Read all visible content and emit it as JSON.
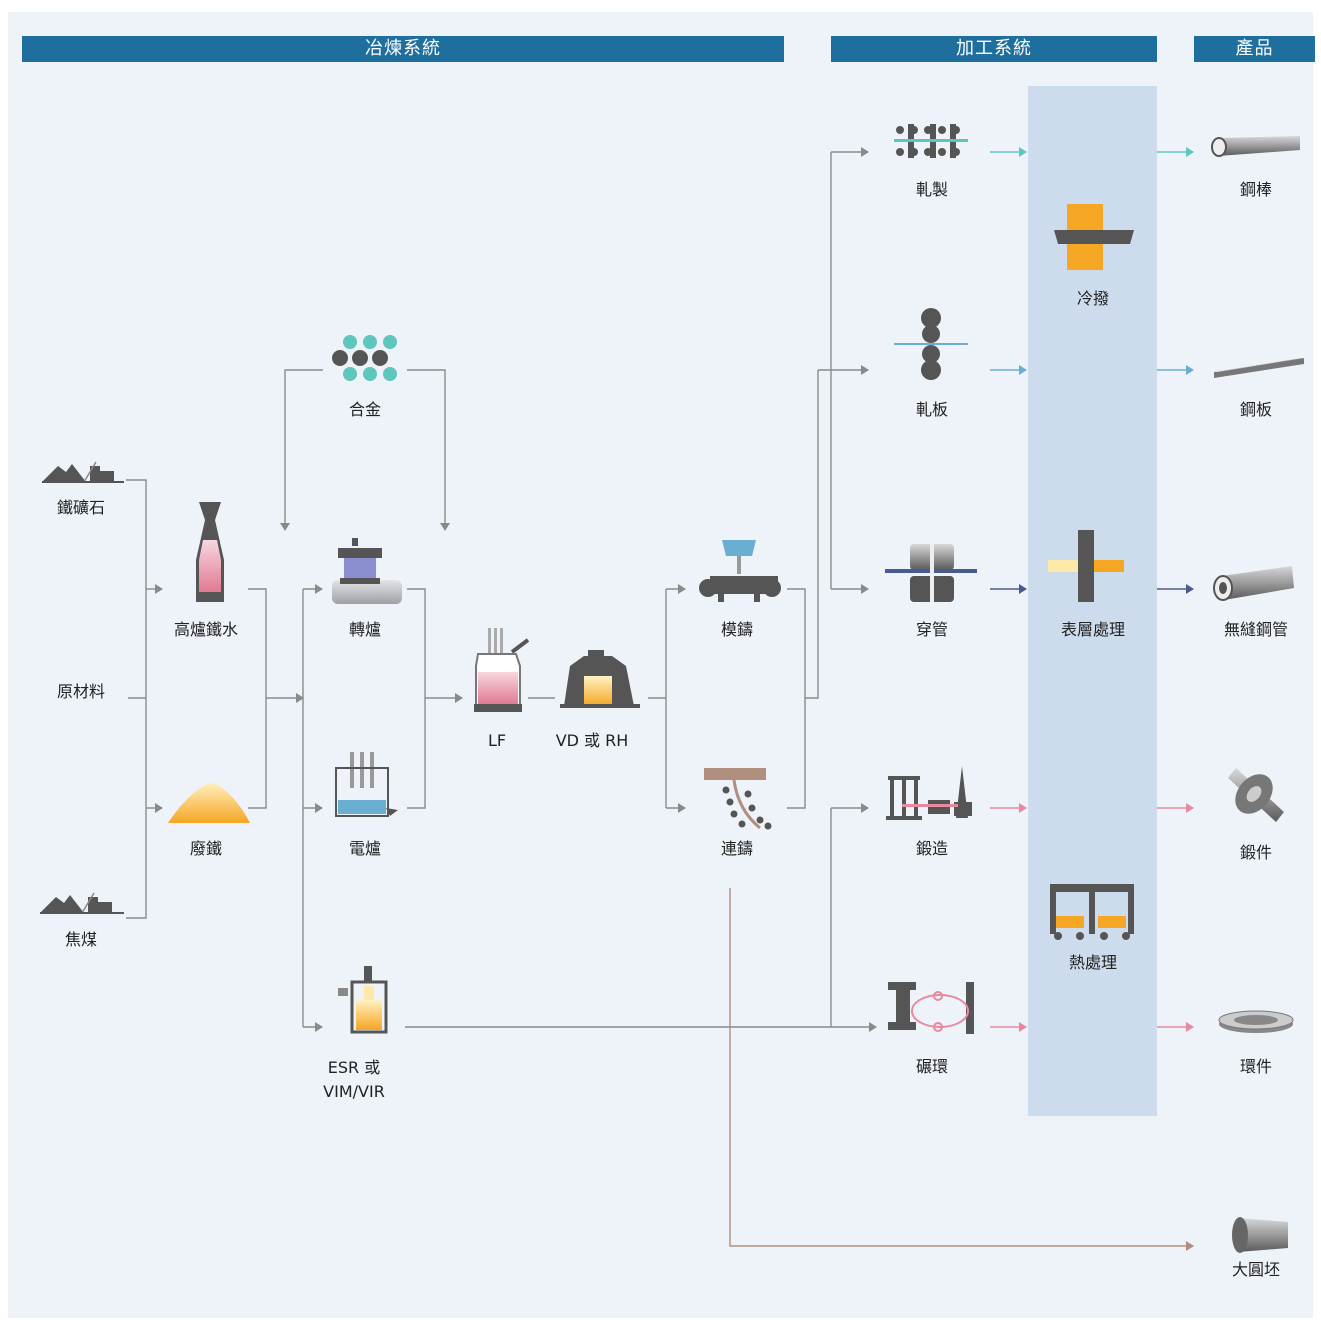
{
  "headers": {
    "smelting": "冶煉系統",
    "processing": "加工系統",
    "products": "產品"
  },
  "raw": {
    "iron_ore": "鐵礦石",
    "raw_material": "原材料",
    "coke": "焦煤"
  },
  "stage1": {
    "blast_furnace": "高爐鐵水",
    "scrap": "廢鐵"
  },
  "alloy": "合金",
  "stage2": {
    "converter": "轉爐",
    "eaf": "電爐",
    "esr": "ESR 或\nVIM/VIR"
  },
  "refining": {
    "lf": "LF",
    "vd": "VD 或 RH"
  },
  "casting": {
    "ingot": "模鑄",
    "continuous": "連鑄"
  },
  "forming": {
    "rolling_bar": "軋製",
    "rolling_plate": "軋板",
    "piercing": "穿管",
    "forging": "鍛造",
    "ring_rolling": "碾環"
  },
  "heat": {
    "cold_drawing": "冷撥",
    "surface": "表層處理",
    "heat_treatment": "熱處理"
  },
  "products": {
    "bar": "鋼棒",
    "plate": "鋼板",
    "seamless": "無縫鋼管",
    "forging": "鍛件",
    "ring": "環件",
    "bloom": "大圓坯"
  },
  "colors": {
    "header": "#1f6f9e",
    "teal": "#5fc6be",
    "blue": "#6aaed2",
    "navy": "#4a5b8f",
    "pink": "#e78aa0",
    "brown": "#b08f7f",
    "orange": "#f5a623",
    "line": "#8a8a8a"
  }
}
